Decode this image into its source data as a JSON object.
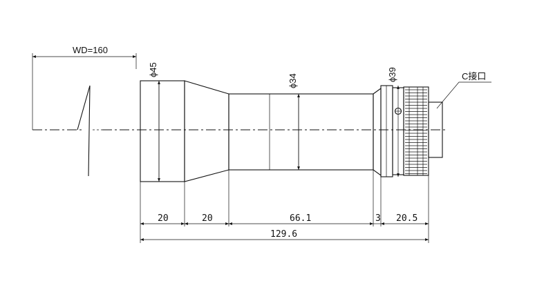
{
  "drawing": {
    "wd_label": "WD=160",
    "dia_front": "ϕ45",
    "dia_mid": "ϕ34",
    "dia_rear": "ϕ39",
    "mount_label": "C接口",
    "dim_front_len": "20",
    "dim_taper_len": "20",
    "dim_body_len": "66.1",
    "dim_ring_len": "3",
    "dim_rear_len": "20.5",
    "dim_total_len": "129.6"
  }
}
